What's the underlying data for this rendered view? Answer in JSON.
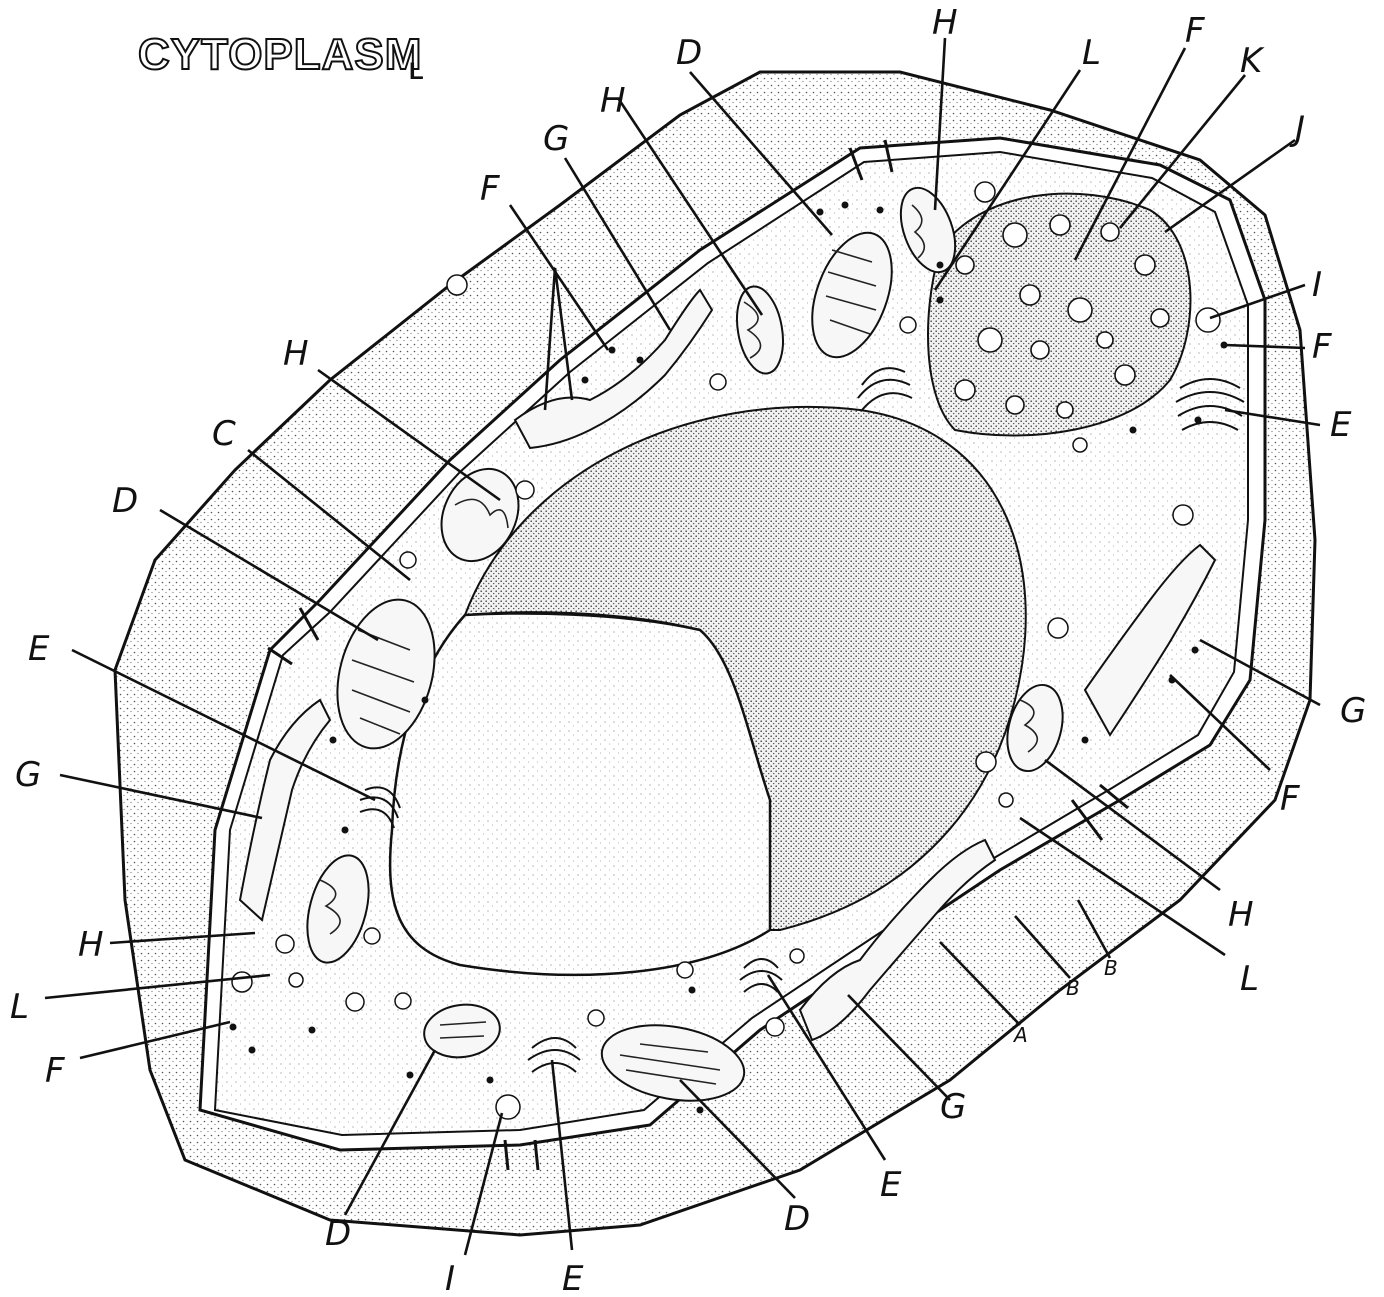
{
  "title": "CYTOPLASM",
  "title_suffix": "L",
  "labels": {
    "top_D": "D",
    "top_H1": "H",
    "top_H2": "H",
    "top_G": "G",
    "top_F": "F",
    "top_L": "L",
    "top_F2": "F",
    "top_K": "K",
    "top_J": "J",
    "right_I": "I",
    "right_F": "F",
    "right_E": "E",
    "right_G": "G",
    "right_F2": "F",
    "right_H": "H",
    "right_L": "L",
    "left_H": "H",
    "left_C": "C",
    "left_D": "D",
    "left_E": "E",
    "left_G": "G",
    "left_H2": "H",
    "left_L": "L",
    "left_F": "F",
    "bottom_D1": "D",
    "bottom_I": "I",
    "bottom_E1": "E",
    "bottom_D2": "D",
    "bottom_E2": "E",
    "bottom_G": "G",
    "bottom_A": "A",
    "bottom_B1": "B",
    "bottom_B2": "B"
  },
  "colors": {
    "ink": "#111111",
    "paper": "#ffffff",
    "wall": "#e9e9e9",
    "cytoplasm": "#f4f4f4",
    "vacuole": "#ececec"
  }
}
